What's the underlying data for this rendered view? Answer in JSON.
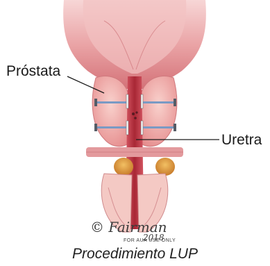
{
  "labels": {
    "prostata": "Próstata",
    "uretra": "Uretra"
  },
  "caption": "Procedimiento LUP",
  "signature": {
    "copyright_symbol": "©",
    "artist": "Fairman",
    "year": "2018",
    "note": "FOR AUA USE ONLY"
  },
  "colors": {
    "bladder": "#e8a6a6",
    "bladder_inner": "#c85a64",
    "urethra": "#b8323f",
    "prostate": "#f0a7a4",
    "tissue_light": "#f6cfca",
    "implant_bar": "#7a9ac4",
    "implant_tab": "#555c66",
    "muscle": "#d9848a",
    "gland_yellow": "#e3a14a",
    "leader_line": "#1a1a1a"
  }
}
